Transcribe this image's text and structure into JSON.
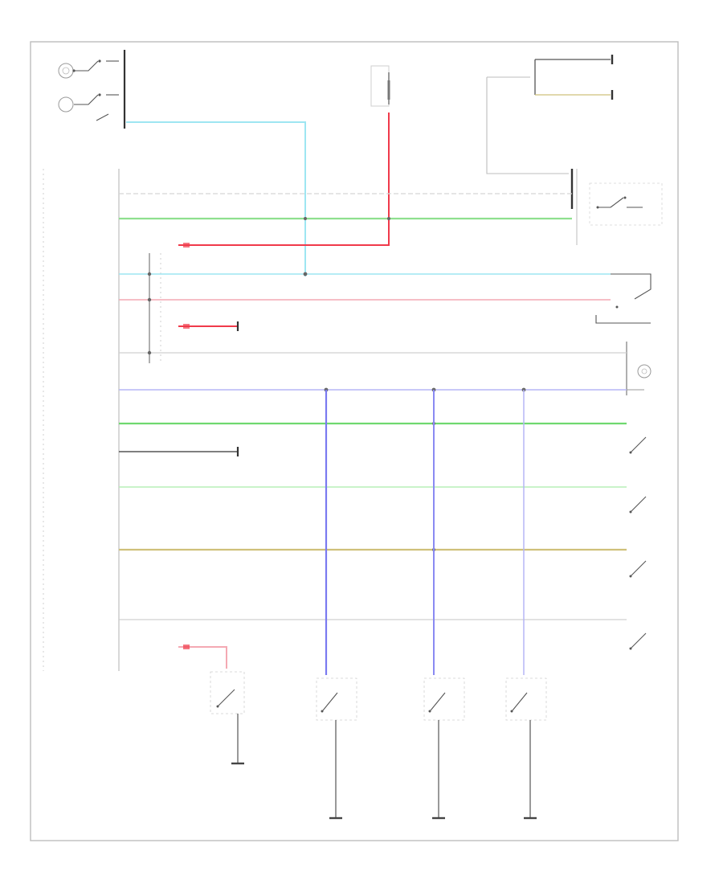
{
  "diagram": {
    "title": "",
    "footer_code": "",
    "modules": {
      "mirror_switch": "",
      "integrated_control_unit": "",
      "roof_console": "",
      "rear_defog": ""
    }
  },
  "colors": {
    "wire_lt_blu": "#9ee6f2",
    "wire_pink": "#f4a9b3",
    "wire_red": "#f03a4a",
    "wire_grn": "#8fe08f",
    "wire_lt_grn": "#b7efb7",
    "wire_blu": "#9a9af2",
    "wire_olive": "#cfc07a",
    "wire_gray": "#b7b7b7",
    "wire_dark": "#555555",
    "frame": "#bdbdbd"
  },
  "wires": [
    "lt-blu-top",
    "gray-1",
    "green-1",
    "red-1",
    "lt-blu-2",
    "pink-1",
    "red-short",
    "gray-2",
    "blue-1",
    "green-2",
    "dark-1",
    "lt-green-3",
    "olive-1",
    "gray-3",
    "red-4"
  ],
  "switches": [
    "rear-window-switch",
    "trunk-switch-1",
    "trunk-switch-2",
    "trunk-switch-3",
    "door-switch-1",
    "door-switch-2",
    "door-switch-3",
    "door-switch-4"
  ],
  "grounds": [
    "ground-1",
    "ground-2",
    "ground-3",
    "ground-4"
  ]
}
